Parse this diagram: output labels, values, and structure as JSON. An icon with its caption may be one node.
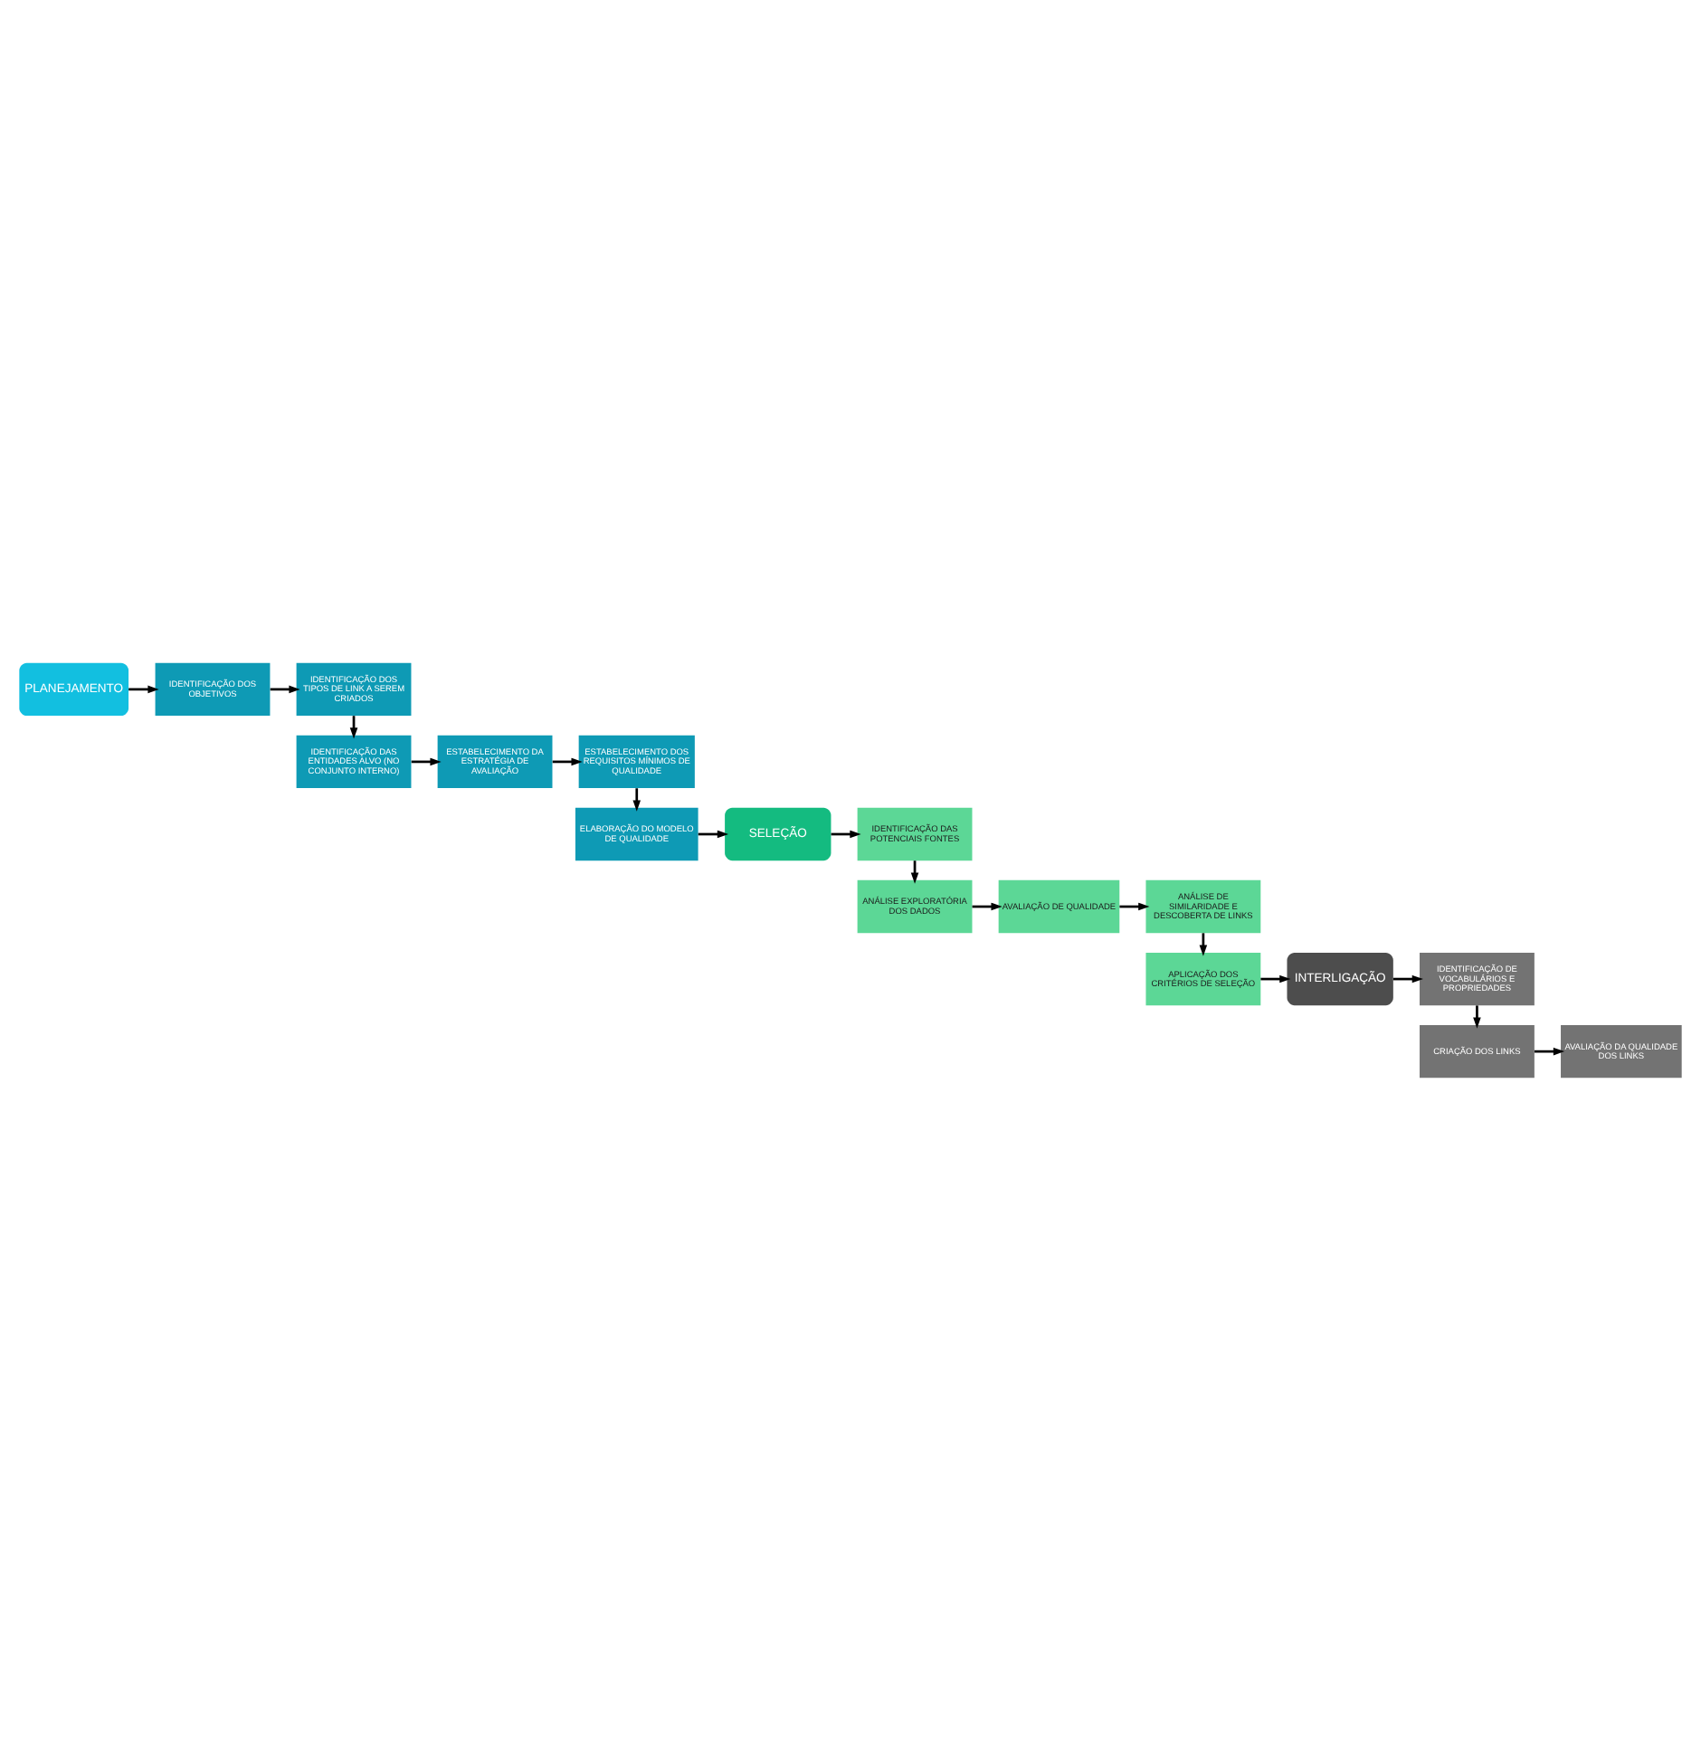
{
  "diagram": {
    "nodes": [
      {
        "text": [
          "PLANEJAMENTO"
        ]
      },
      {
        "text": [
          "IDENTIFICAÇÃO DOS OBJETIVOS"
        ]
      },
      {
        "text": [
          "IDENTIFICAÇÃO DOS TIPOS DE LINK A SEREM CRIADOS"
        ]
      },
      {
        "text": [
          "IDENTIFICAÇÃO DAS ENTIDADES ALVO (NO CONJUNTO INTERNO)"
        ]
      },
      {
        "text": [
          "ESTABELECIMENTO DA ESTRATÉGIA DE AVALIAÇÃO"
        ]
      },
      {
        "text": [
          "ESTABELECIMENTO DOS REQUISITOS MÍNIMOS DE QUALIDADE"
        ]
      },
      {
        "text": [
          "ELABORAÇÃO DO MODELO DE QUALIDADE"
        ]
      },
      {
        "text": [
          "SELEÇÃO"
        ]
      },
      {
        "text": [
          "IDENTIFICAÇÃO DAS POTENCIAIS FONTES"
        ]
      },
      {
        "text": [
          "ANÁLISE EXPLORATÓRIA DOS DADOS"
        ]
      },
      {
        "text": [
          "AVALIAÇÃO DE QUALIDADE"
        ]
      },
      {
        "text": [
          "ANÁLISE DE SIMILARIDADE E DESCOBERTA DE LINKS"
        ]
      },
      {
        "text": [
          "APLICAÇÃO DOS CRITÉRIOS DE SELEÇÃO"
        ]
      },
      {
        "text": [
          "INTERLIGAÇÃO"
        ]
      },
      {
        "text": [
          "IDENTIFICAÇÃO DE VOCABULÁRIOS E PROPRIEDADES"
        ]
      },
      {
        "text": [
          "CRIAÇÃO DOS LINKS"
        ]
      },
      {
        "text": [
          "AVALIAÇÃO DA QUALIDADE DOS LINKS"
        ]
      }
    ],
    "edges": [
      {
        "from": 0,
        "to": 1,
        "arrow": "to"
      },
      {
        "from": 1,
        "to": 2,
        "arrow": "to"
      },
      {
        "from": 2,
        "to": 3,
        "arrow": "to"
      },
      {
        "from": 3,
        "to": 4,
        "arrow": "to"
      },
      {
        "from": 4,
        "to": 5,
        "arrow": "to"
      },
      {
        "from": 5,
        "to": 6,
        "arrow": "to"
      },
      {
        "from": 6,
        "to": 7,
        "arrow": "to"
      },
      {
        "from": 7,
        "to": 8,
        "arrow": "to"
      },
      {
        "from": 8,
        "to": 9,
        "arrow": "to"
      },
      {
        "from": 9,
        "to": 10,
        "arrow": "to"
      },
      {
        "from": 10,
        "to": 11,
        "arrow": "to"
      },
      {
        "from": 11,
        "to": 12,
        "arrow": "to"
      },
      {
        "from": 12,
        "to": 13,
        "arrow": "to"
      },
      {
        "from": 13,
        "to": 14,
        "arrow": "to"
      },
      {
        "from": 14,
        "to": 15,
        "arrow": "to"
      },
      {
        "from": 15,
        "to": 16,
        "arrow": "to"
      }
    ]
  }
}
